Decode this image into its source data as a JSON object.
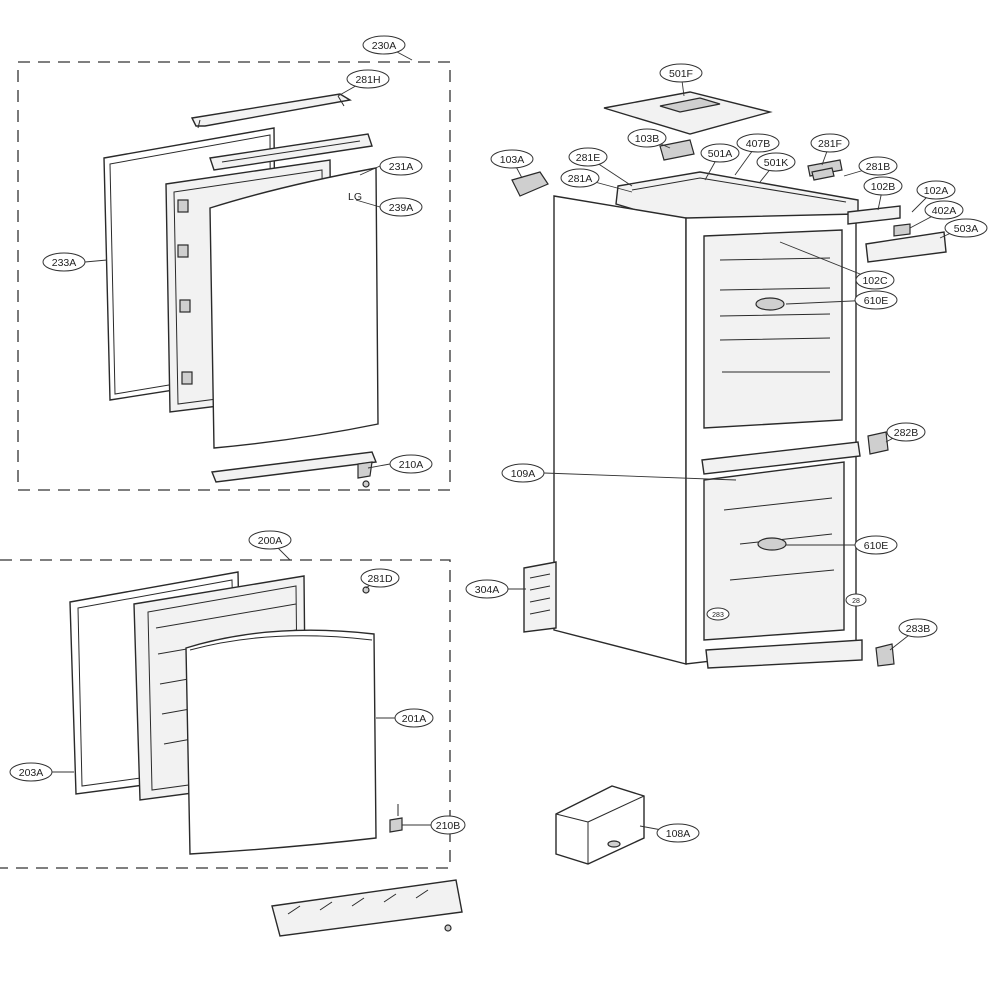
{
  "diagram": {
    "labels": [
      {
        "text": "230A"
      },
      {
        "text": "281H"
      },
      {
        "text": "231A"
      },
      {
        "text": "239A"
      },
      {
        "text": "233A"
      },
      {
        "text": "210A"
      },
      {
        "text": "200A"
      },
      {
        "text": "281D"
      },
      {
        "text": "201A"
      },
      {
        "text": "203A"
      },
      {
        "text": "210B"
      },
      {
        "text": "501F"
      },
      {
        "text": "103B"
      },
      {
        "text": "407B"
      },
      {
        "text": "281F"
      },
      {
        "text": "103A"
      },
      {
        "text": "281E"
      },
      {
        "text": "501A"
      },
      {
        "text": "501K"
      },
      {
        "text": "281B"
      },
      {
        "text": "281A"
      },
      {
        "text": "102B"
      },
      {
        "text": "102A"
      },
      {
        "text": "402A"
      },
      {
        "text": "503A"
      },
      {
        "text": "102C"
      },
      {
        "text": "610E"
      },
      {
        "text": "282B"
      },
      {
        "text": "109A"
      },
      {
        "text": "610E"
      },
      {
        "text": "304A"
      },
      {
        "text": "283B"
      },
      {
        "text": "108A"
      },
      {
        "text": "283"
      },
      {
        "text": "28"
      }
    ],
    "logo_mark": "LG"
  }
}
